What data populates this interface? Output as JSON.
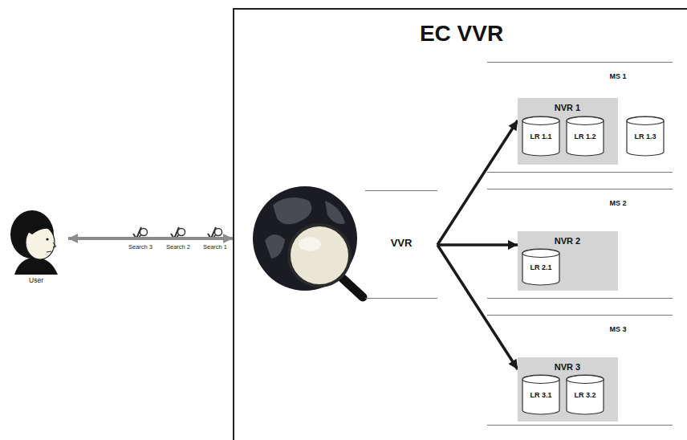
{
  "diagram": {
    "nodes": [
      {
        "text": [
          "EC VVR"
        ]
      },
      {
        "text": [
          "User"
        ]
      },
      {
        "text": [
          "VVR"
        ],
        "in": 0
      },
      {
        "text": [
          "MS 1"
        ],
        "in": 0
      },
      {
        "text": [
          "NVR 1"
        ],
        "in": 3
      },
      {
        "text": [
          "LR 1.1"
        ],
        "in": 4
      },
      {
        "text": [
          "LR 1.2"
        ],
        "in": 4
      },
      {
        "text": [
          "LR 1.3"
        ],
        "in": 3
      },
      {
        "text": [
          "MS 2"
        ],
        "in": 0
      },
      {
        "text": [
          "NVR 2"
        ],
        "in": 8
      },
      {
        "text": [
          "LR 2.1"
        ],
        "in": 9
      },
      {
        "text": [
          "MS 3"
        ],
        "in": 0
      },
      {
        "text": [
          "NVR 3"
        ],
        "in": 11
      },
      {
        "text": [
          "LR 3.1"
        ],
        "in": 12
      },
      {
        "text": [
          "LR 3.2"
        ],
        "in": 12
      }
    ],
    "edges": [
      {
        "from": 1,
        "to": 0,
        "arrow": "both"
      },
      {
        "from": 2,
        "to": 4,
        "arrow": "to"
      },
      {
        "from": 2,
        "to": 9,
        "arrow": "to"
      },
      {
        "from": 2,
        "to": 12,
        "arrow": "to"
      }
    ],
    "labels": [
      "Search 3",
      "Search 2",
      "Search 1"
    ]
  }
}
